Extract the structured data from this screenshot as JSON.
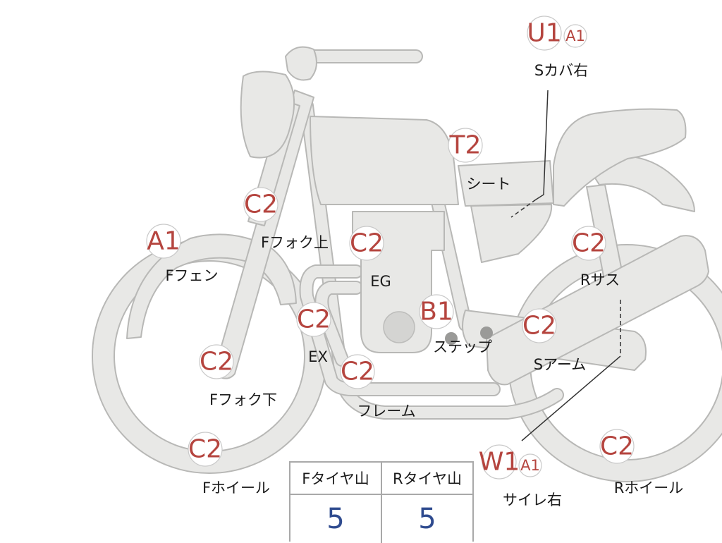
{
  "badges": [
    {
      "id": "fender-f",
      "grade": "A1",
      "label": "Fフェン"
    },
    {
      "id": "fork-upper",
      "grade": "C2",
      "label": "Fフォク上"
    },
    {
      "id": "fork-lower",
      "grade": "C2",
      "label": "Fフォク下"
    },
    {
      "id": "wheel-f",
      "grade": "C2",
      "label": "Fホイール"
    },
    {
      "id": "engine",
      "grade": "C2",
      "label": "EG"
    },
    {
      "id": "exhaust",
      "grade": "C2",
      "label": "EX"
    },
    {
      "id": "frame",
      "grade": "C2",
      "label": "フレーム"
    },
    {
      "id": "step",
      "grade": "B1",
      "label": "ステップ"
    },
    {
      "id": "seat",
      "grade": "T2",
      "label": "シート"
    },
    {
      "id": "side-cover-r",
      "grade": "U1",
      "sub_grade": "A1",
      "label": "Sカバ右"
    },
    {
      "id": "suspension-r",
      "grade": "C2",
      "label": "Rサス"
    },
    {
      "id": "swingarm",
      "grade": "C2",
      "label": "Sアーム"
    },
    {
      "id": "muffler-r",
      "grade": "W1",
      "sub_grade": "A1",
      "label": "サイレ右"
    },
    {
      "id": "wheel-r",
      "grade": "C2",
      "label": "Rホイール"
    }
  ],
  "tire_table": {
    "headers": [
      "Fタイヤ山",
      "Rタイヤ山"
    ],
    "values": [
      "5",
      "5"
    ]
  },
  "colors": {
    "badge_text": "#b5453f",
    "body_fill": "#e8e8e6",
    "body_stroke": "#b8b8b6",
    "table_value": "#2f4b8f"
  }
}
